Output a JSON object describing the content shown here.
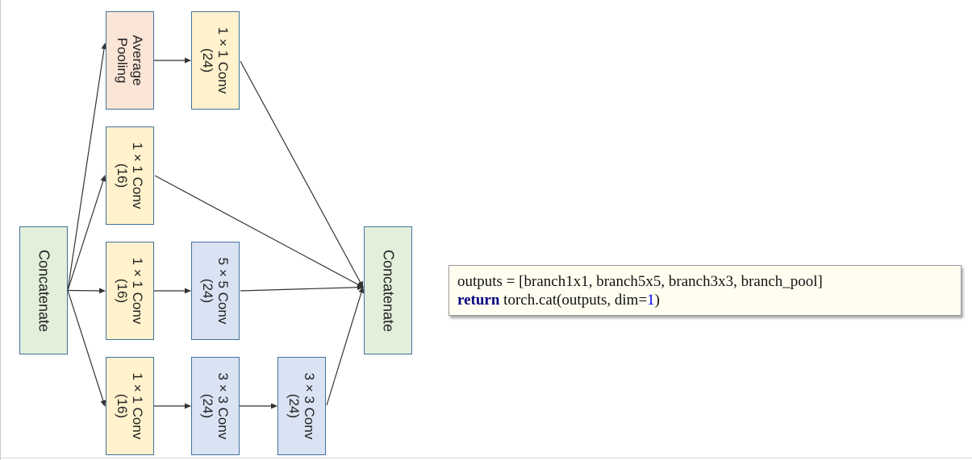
{
  "nodes": {
    "input_concat": {
      "label": "Concatenate",
      "color": "#e2efda"
    },
    "avg_pool": {
      "label_line1": "Average",
      "label_line2": "Pooling",
      "color": "#fbe5d6"
    },
    "pool_conv1x1": {
      "label_line1": "1 × 1 Conv",
      "label_line2": "(24)",
      "color": "#fff2cc"
    },
    "branch1x1_conv": {
      "label_line1": "1 × 1 Conv",
      "label_line2": "(16)",
      "color": "#fff2cc"
    },
    "branch5x5_conv1x1": {
      "label_line1": "1 × 1 Conv",
      "label_line2": "(16)",
      "color": "#fff2cc"
    },
    "branch5x5_conv5x5": {
      "label_line1": "5 × 5 Conv",
      "label_line2": "(24)",
      "color": "#dae3f3"
    },
    "branch3x3_conv1x1": {
      "label_line1": "1 × 1 Conv",
      "label_line2": "(16)",
      "color": "#fff2cc"
    },
    "branch3x3_conv3x3_a": {
      "label_line1": "3 × 3 Conv",
      "label_line2": "(24)",
      "color": "#dae3f3"
    },
    "branch3x3_conv3x3_b": {
      "label_line1": "3 × 3 Conv",
      "label_line2": "(24)",
      "color": "#dae3f3"
    },
    "output_concat": {
      "label": "Concatenate",
      "color": "#e2efda"
    }
  },
  "edges": [
    {
      "from": "input_concat",
      "to": "avg_pool"
    },
    {
      "from": "input_concat",
      "to": "branch1x1_conv"
    },
    {
      "from": "input_concat",
      "to": "branch5x5_conv1x1"
    },
    {
      "from": "input_concat",
      "to": "branch3x3_conv1x1"
    },
    {
      "from": "avg_pool",
      "to": "pool_conv1x1"
    },
    {
      "from": "branch5x5_conv1x1",
      "to": "branch5x5_conv5x5"
    },
    {
      "from": "branch3x3_conv1x1",
      "to": "branch3x3_conv3x3_a"
    },
    {
      "from": "branch3x3_conv3x3_a",
      "to": "branch3x3_conv3x3_b"
    },
    {
      "from": "pool_conv1x1",
      "to": "output_concat"
    },
    {
      "from": "branch1x1_conv",
      "to": "output_concat"
    },
    {
      "from": "branch5x5_conv5x5",
      "to": "output_concat"
    },
    {
      "from": "branch3x3_conv3x3_b",
      "to": "output_concat"
    }
  ],
  "code": {
    "line1": "outputs = [branch1x1, branch5x5, branch3x3, branch_pool]",
    "line2_keyword": "return",
    "line2_middle": " torch.cat(outputs, dim=",
    "line2_number": "1",
    "line2_end": ")"
  },
  "colors": {
    "node_border": "#41719c",
    "edge": "#333333",
    "code_background": "#fffdf0",
    "code_keyword": "#000080",
    "code_number": "#0000ff"
  }
}
